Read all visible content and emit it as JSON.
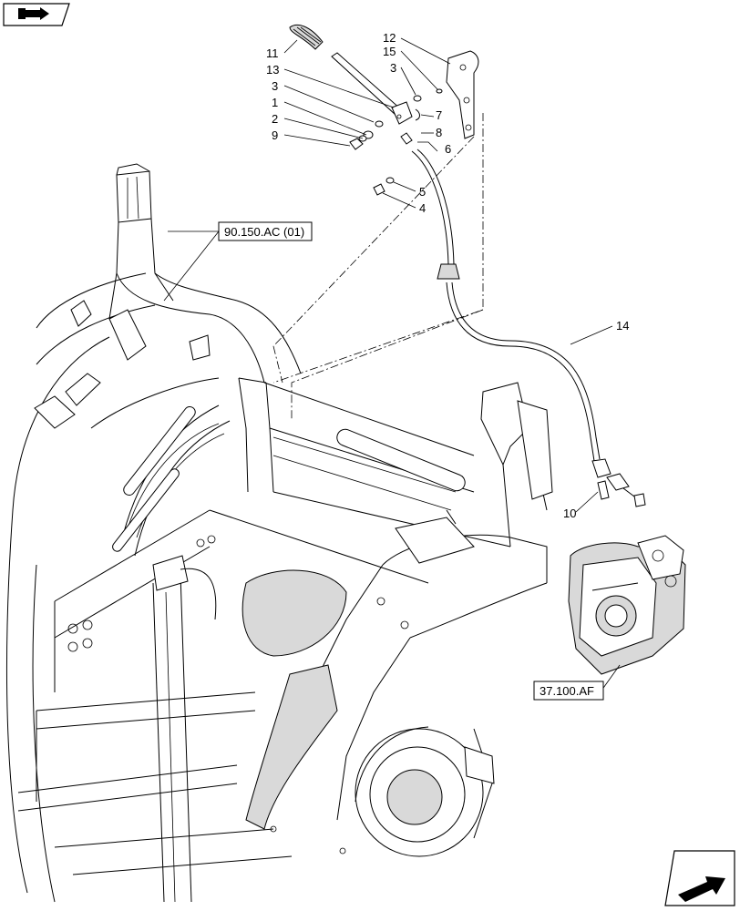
{
  "callouts": {
    "c11": "11",
    "c13": "13",
    "c3a": "3",
    "c1": "1",
    "c2": "2",
    "c9": "9",
    "c12": "12",
    "c15": "15",
    "c3b": "3",
    "c7": "7",
    "c8": "8",
    "c6": "6",
    "c5": "5",
    "c4": "4",
    "c14": "14",
    "c10": "10"
  },
  "references": {
    "ref_cab": "90.150.AC (01)",
    "ref_hitch": "37.100.AF"
  },
  "icons": {
    "top_left": "previous-page-icon",
    "bottom_right": "next-page-icon"
  }
}
